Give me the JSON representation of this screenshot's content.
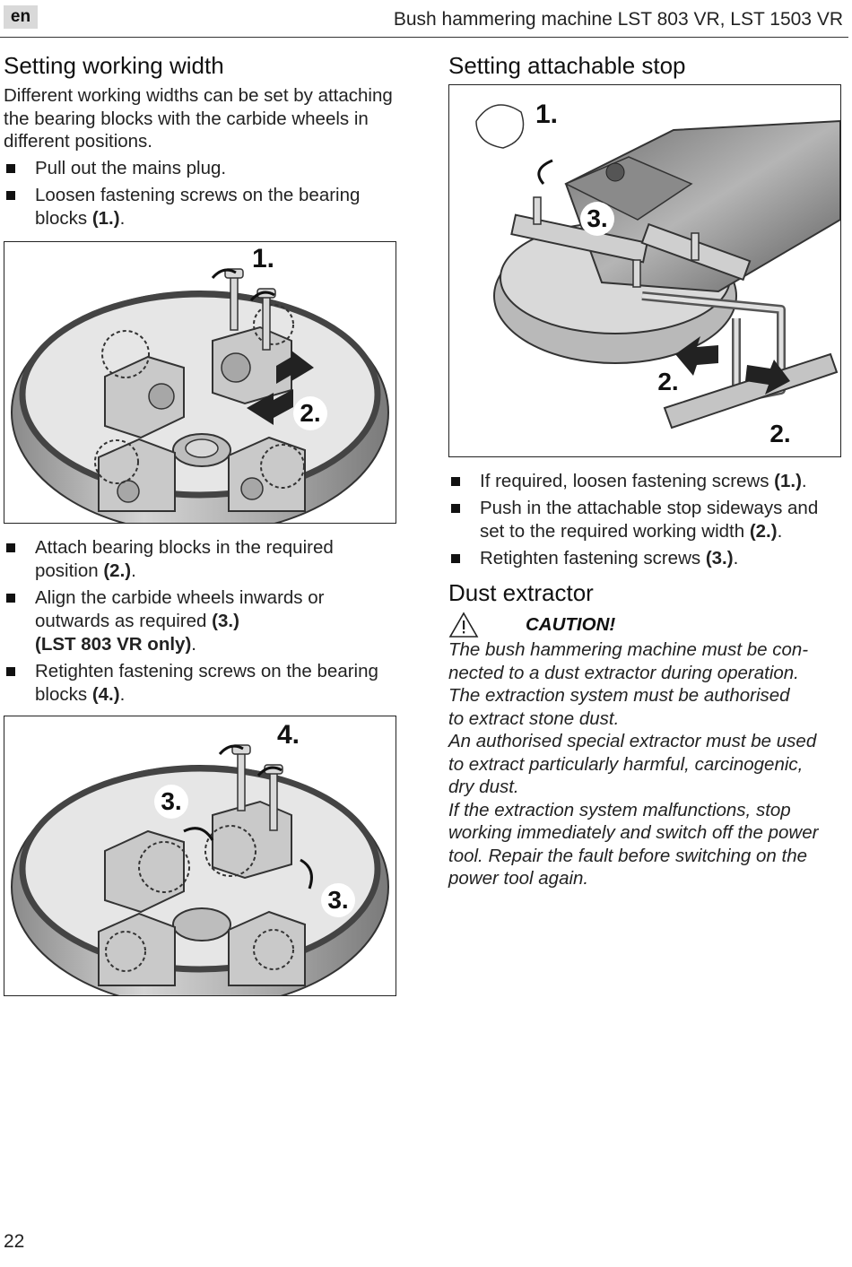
{
  "header": {
    "language_badge": "en",
    "document_title": "Bush hammering machine LST 803 VR, LST 1503 VR"
  },
  "left": {
    "section_title": "Setting working width",
    "intro": "Different working widths can be set by attaching the bearing blocks with the carbide wheels in different positions.",
    "steps_a": [
      {
        "text": "Pull out the mains plug.",
        "ref": ""
      },
      {
        "text": "Loosen fastening screws on the bearing blocks ",
        "ref": "(1.)",
        "end": "."
      }
    ],
    "figure1_labels": [
      "1.",
      "2."
    ],
    "steps_b": [
      {
        "text": "Attach bearing blocks in the required position ",
        "ref": "(2.)",
        "end": "."
      },
      {
        "text": "Align the carbide wheels inwards or outwards as required ",
        "ref": "(3.)",
        "ref2": "(LST 803 VR only)",
        "end": "."
      },
      {
        "text": "Retighten fastening screws on the bearing blocks ",
        "ref": "(4.)",
        "end": "."
      }
    ],
    "figure2_labels": [
      "4.",
      "3.",
      "3."
    ]
  },
  "right": {
    "section_title": "Setting attachable stop",
    "figure_labels": [
      "1.",
      "3.",
      "2.",
      "2."
    ],
    "steps": [
      {
        "text": "If required, loosen fastening screws ",
        "ref": "(1.)",
        "end": "."
      },
      {
        "text": "Push in the attachable stop sideways and set to the required working width ",
        "ref": "(2.)",
        "end": "."
      },
      {
        "text": "Retighten fastening screws ",
        "ref": "(3.)",
        "end": "."
      }
    ],
    "dust_title": "Dust extractor",
    "caution_label": "CAUTION!",
    "caution_icon": "warning-triangle-icon",
    "caution_lines": [
      "The bush hammering machine must be con-",
      "nected to a dust extractor during operation.",
      "The extraction system must be authorised",
      "to extract stone dust.",
      "An authorised special extractor must be used",
      "to extract particularly harmful, carcinogenic,",
      "dry dust.",
      "If the extraction system malfunctions, stop",
      "working immediately and switch off the power",
      "tool. Repair the fault before switching on the",
      "power tool again."
    ]
  },
  "footer": {
    "page_number": "22"
  }
}
